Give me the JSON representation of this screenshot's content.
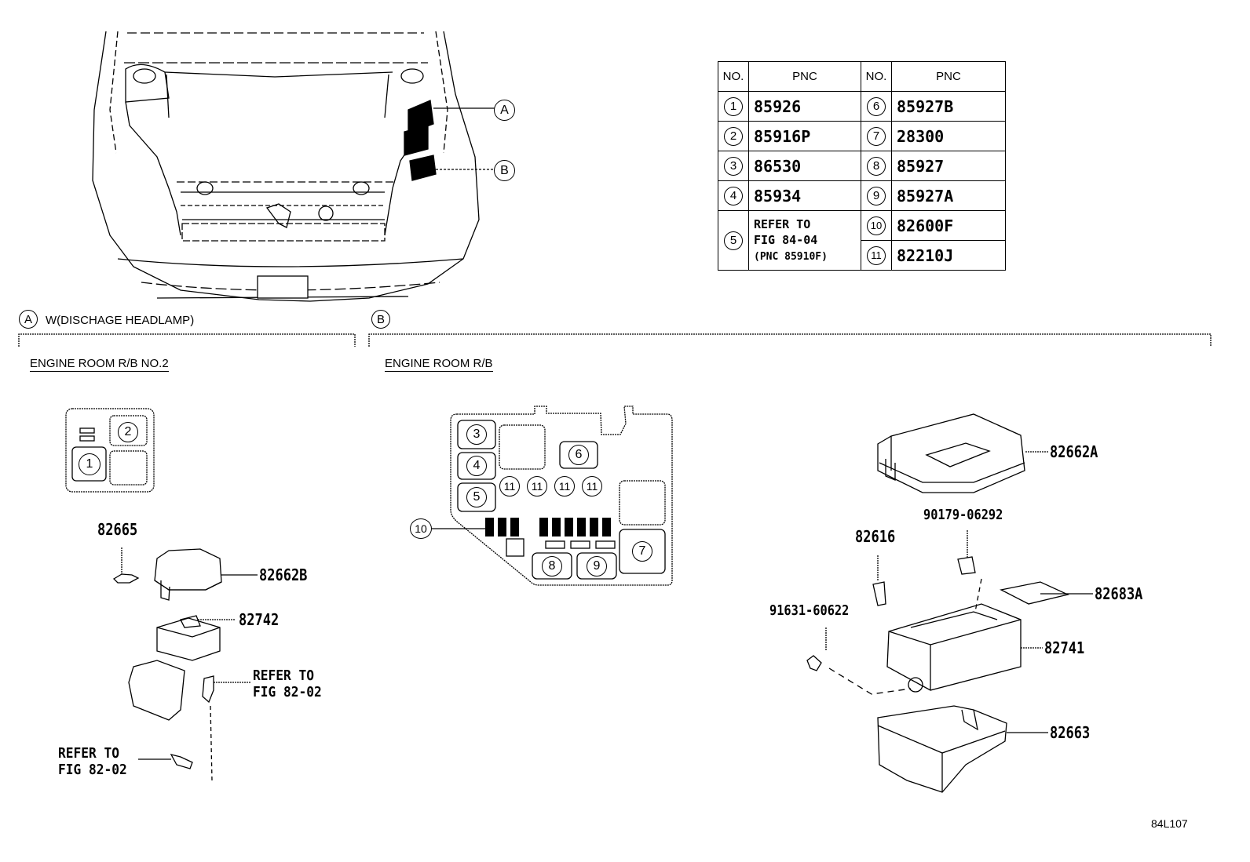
{
  "diagram_code": "84L107",
  "callouts": {
    "a": "A",
    "b": "B"
  },
  "section_a": {
    "marker": "A",
    "title": "W(DISCHAGE HEADLAMP)",
    "subtitle": "ENGINE ROOM R/B NO.2"
  },
  "section_b": {
    "marker": "B",
    "subtitle": "ENGINE ROOM R/B"
  },
  "table": {
    "headers": [
      "NO.",
      "PNC",
      "NO.",
      "PNC"
    ],
    "rows": [
      {
        "no_left": "1",
        "pnc_left": "85926",
        "no_right": "6",
        "pnc_right": "85927B"
      },
      {
        "no_left": "2",
        "pnc_left": "85916P",
        "no_right": "7",
        "pnc_right": "28300"
      },
      {
        "no_left": "3",
        "pnc_left": "86530",
        "no_right": "8",
        "pnc_right": "85927"
      },
      {
        "no_left": "4",
        "pnc_left": "85934",
        "no_right": "9",
        "pnc_right": "85927A"
      }
    ],
    "row5": {
      "no_left": "5",
      "note_line1": "REFER TO",
      "note_line2": "FIG 84-04",
      "note_line3": "(PNC 85910F)",
      "no_r1": "10",
      "pnc_r1": "82600F",
      "no_r2": "11",
      "pnc_r2": "82210J"
    }
  },
  "rb_no2_layout": {
    "pos1": "1",
    "pos2": "2"
  },
  "rb_layout": {
    "pos3": "3",
    "pos4": "4",
    "pos5": "5",
    "pos6": "6",
    "pos7": "7",
    "pos8": "8",
    "pos9": "9",
    "pos10": "10",
    "pos11": "11"
  },
  "parts_a": {
    "p82665": "82665",
    "p82662B": "82662B",
    "p82742": "82742",
    "refer1_l1": "REFER TO",
    "refer1_l2": "FIG 82-02",
    "refer2_l1": "REFER TO",
    "refer2_l2": "FIG 82-02"
  },
  "parts_b": {
    "p82662A": "82662A",
    "p90179": "90179-06292",
    "p82616": "82616",
    "p82683A": "82683A",
    "p91631": "91631-60622",
    "p82741": "82741",
    "p82663": "82663"
  }
}
